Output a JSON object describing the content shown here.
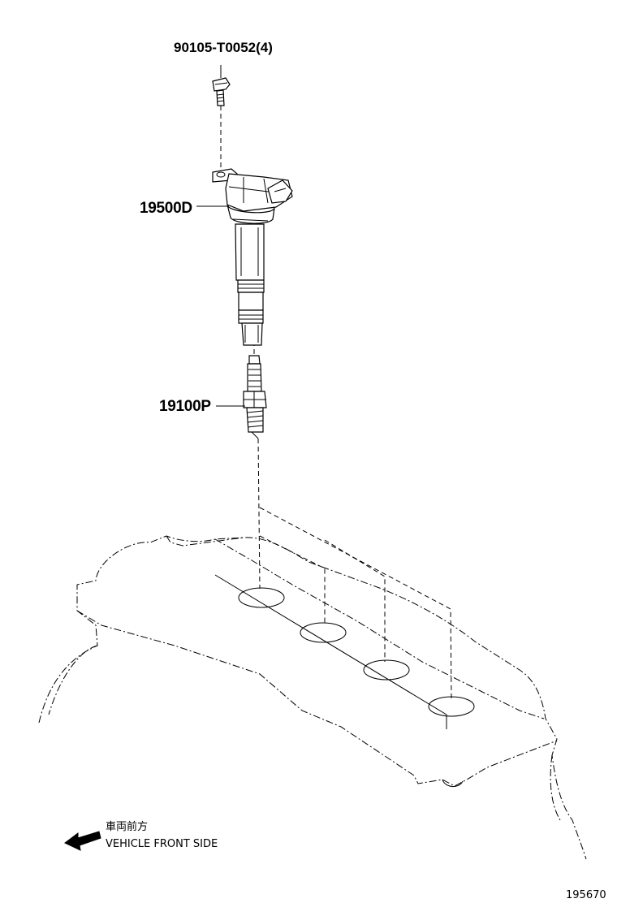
{
  "parts": {
    "bolt": "90105-T0052(4)",
    "ignition_coil": "19500D",
    "spark_plug": "19100P"
  },
  "direction": {
    "japanese": "車両前方",
    "english": "VEHICLE FRONT SIDE"
  },
  "figure_id": "195670",
  "icons": [
    "bolt-icon",
    "ignition-coil-icon",
    "spark-plug-icon",
    "cylinder-head-icon",
    "front-arrow-icon"
  ]
}
